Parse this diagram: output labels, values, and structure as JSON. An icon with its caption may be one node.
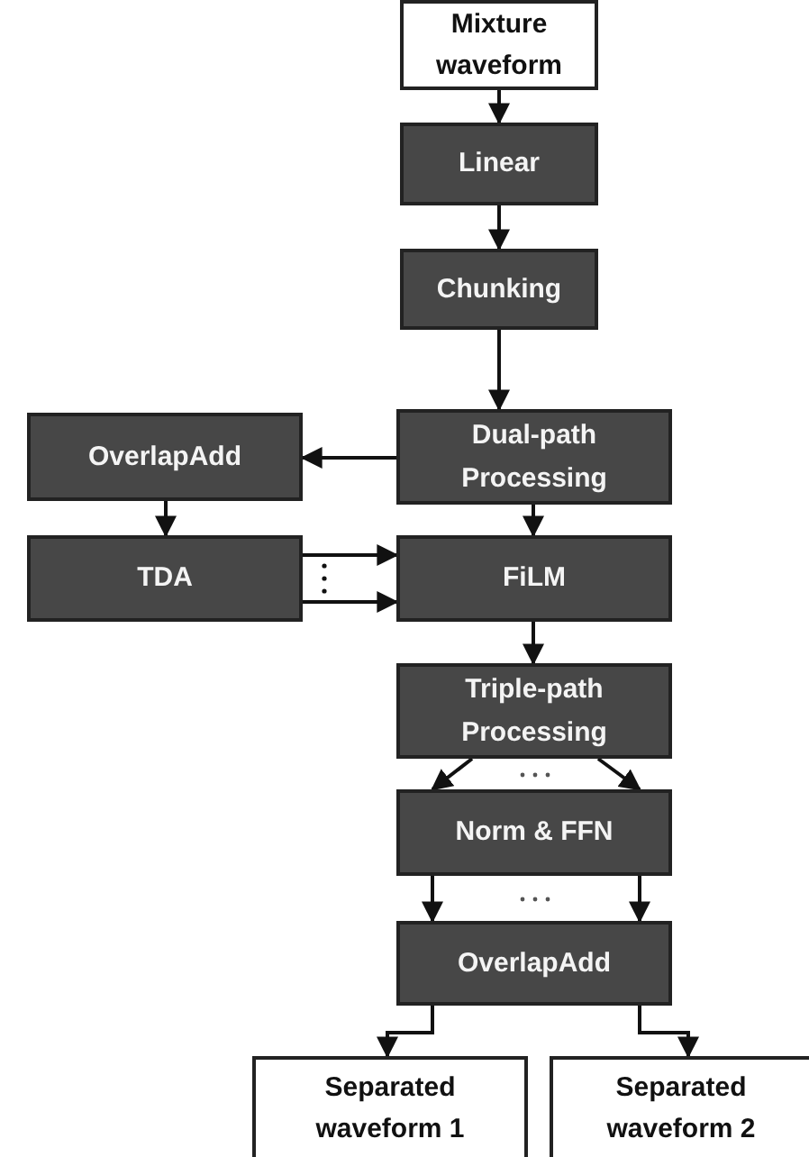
{
  "diagram": {
    "nodes": [
      {
        "text": [
          "Mixture waveform"
        ]
      },
      {
        "text": [
          "Linear"
        ]
      },
      {
        "text": [
          "Chunking"
        ]
      },
      {
        "text": [
          "Dual-path Processing"
        ]
      },
      {
        "text": [
          "OverlapAdd"
        ]
      },
      {
        "text": [
          "TDA"
        ]
      },
      {
        "text": [
          "FiLM"
        ]
      },
      {
        "text": [
          "Triple-path Processing"
        ]
      },
      {
        "text": [
          "Norm & FFN"
        ]
      },
      {
        "text": [
          "OverlapAdd"
        ]
      },
      {
        "text": [
          "Separated waveform 1"
        ]
      },
      {
        "text": [
          "Separated waveform 2"
        ]
      }
    ],
    "edges": [
      {
        "from": 0,
        "to": 1,
        "arrow": "to"
      },
      {
        "from": 1,
        "to": 2,
        "arrow": "to"
      },
      {
        "from": 2,
        "to": 3,
        "arrow": "to"
      },
      {
        "from": 3,
        "to": 4,
        "arrow": "to"
      },
      {
        "from": 4,
        "to": 5,
        "arrow": "to"
      },
      {
        "from": 5,
        "to": 6,
        "arrow": "to"
      },
      {
        "from": 5,
        "to": 6,
        "arrow": "to"
      },
      {
        "from": 3,
        "to": 6,
        "arrow": "to"
      },
      {
        "from": 6,
        "to": 7,
        "arrow": "to"
      },
      {
        "from": 7,
        "to": 8,
        "arrow": "to"
      },
      {
        "from": 7,
        "to": 8,
        "arrow": "to"
      },
      {
        "from": 8,
        "to": 9,
        "arrow": "to"
      },
      {
        "from": 8,
        "to": 9,
        "arrow": "to"
      },
      {
        "from": 9,
        "to": 10,
        "arrow": "to"
      },
      {
        "from": 9,
        "to": 11,
        "arrow": "to"
      }
    ]
  }
}
